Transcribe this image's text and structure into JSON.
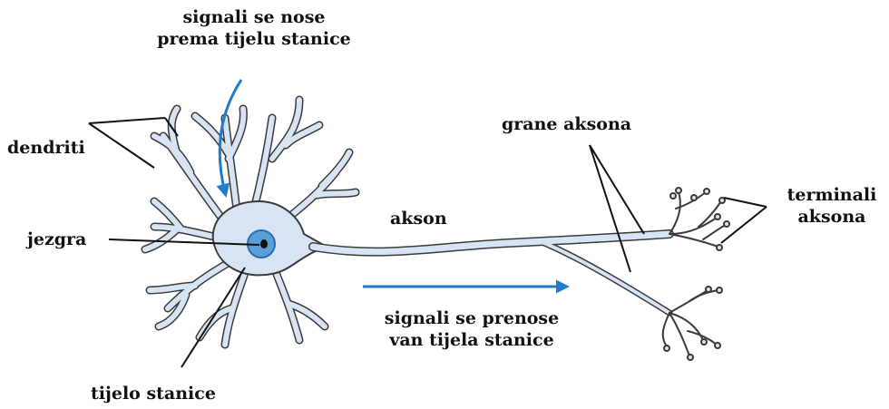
{
  "labels": {
    "signals_in": [
      "signali se nose",
      "prema tijelu stanice"
    ],
    "dendrites": "dendriti",
    "nucleus": "jezgra",
    "axon": "akson",
    "axon_branches": "grane aksona",
    "axon_terminals": [
      "terminali",
      "aksona"
    ],
    "signals_out": [
      "signali se prenose",
      "van tijela stanice"
    ],
    "cell_body": "tijelo stanice"
  },
  "colors": {
    "cell_fill": "#d7e4f3",
    "cell_outline": "#3a3a3a",
    "nucleus_fill": "#5b9fd9",
    "nucleus_outline": "#2a6db0",
    "nucleolus": "#111111",
    "arrow": "#1f7cc8",
    "pointer_line": "#111111"
  }
}
